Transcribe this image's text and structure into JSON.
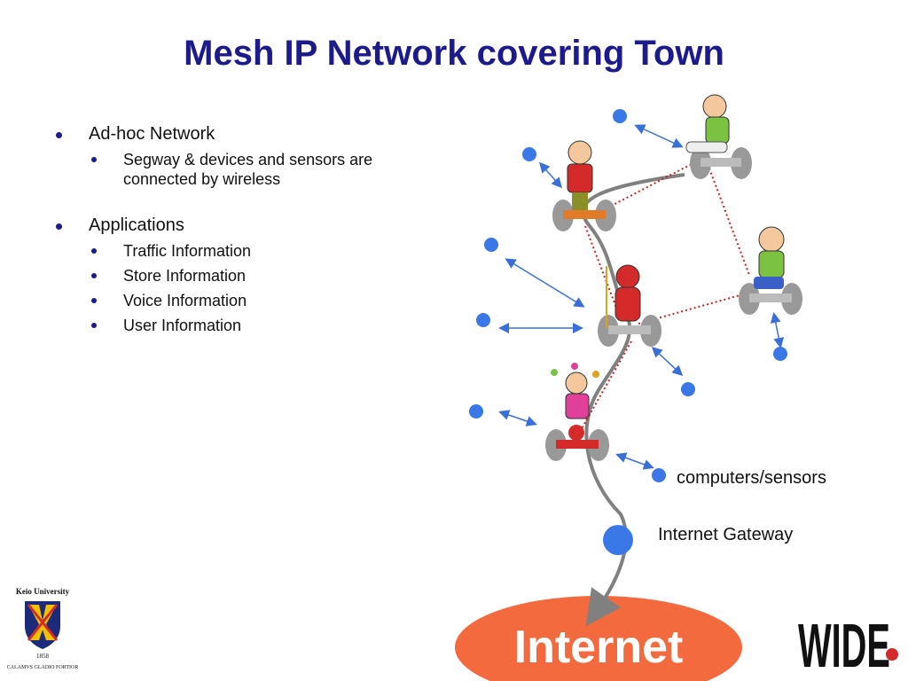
{
  "slide": {
    "title": "Mesh IP Network covering Town"
  },
  "bullets": [
    {
      "label": "Ad-hoc Network",
      "children": [
        "Segway & devices and sensors are connected by wireless"
      ]
    },
    {
      "label": "Applications",
      "children": [
        "Traffic Information",
        "Store Information",
        "Voice Information",
        "User Information"
      ]
    }
  ],
  "diagram": {
    "label_sensors": "computers/sensors",
    "label_gateway": "Internet Gateway",
    "label_internet": "Internet",
    "colors": {
      "title": "#1d1a8c",
      "node": "#3a78e8",
      "internet": "#f26a3d",
      "wireless_link": "#cc2222",
      "wired_path": "#808080",
      "arrow": "#3a6fd8",
      "segway_wheel": "#999999"
    }
  },
  "logos": {
    "keio_university": "Keio University",
    "keio_year": "1858",
    "keio_motto": "CALAMVS GLADIO FORTIOR",
    "wide": "WIDE"
  }
}
